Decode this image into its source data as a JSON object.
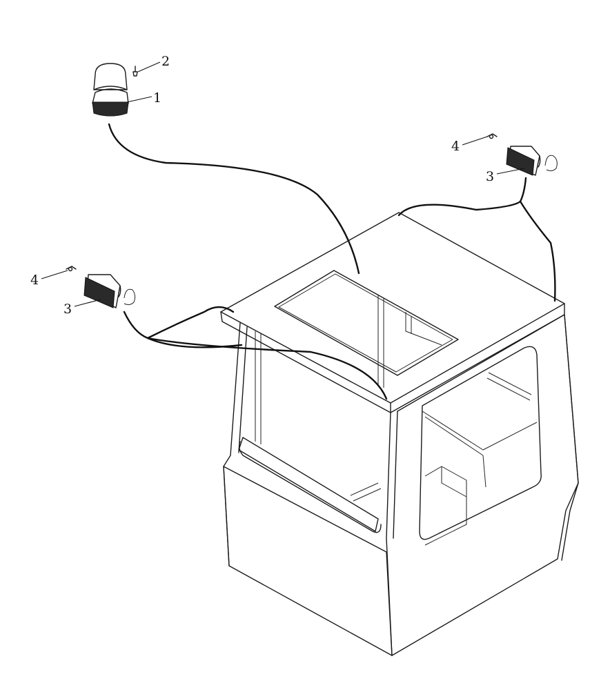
{
  "callouts": {
    "beacon": "1",
    "beacon_screw": "2",
    "lamp_right": "3",
    "lamp_left": "3",
    "screw_right": "4",
    "screw_left": "4"
  },
  "colors": {
    "ink": "#111111",
    "paper": "#ffffff",
    "lens": "#2a2a2a"
  }
}
